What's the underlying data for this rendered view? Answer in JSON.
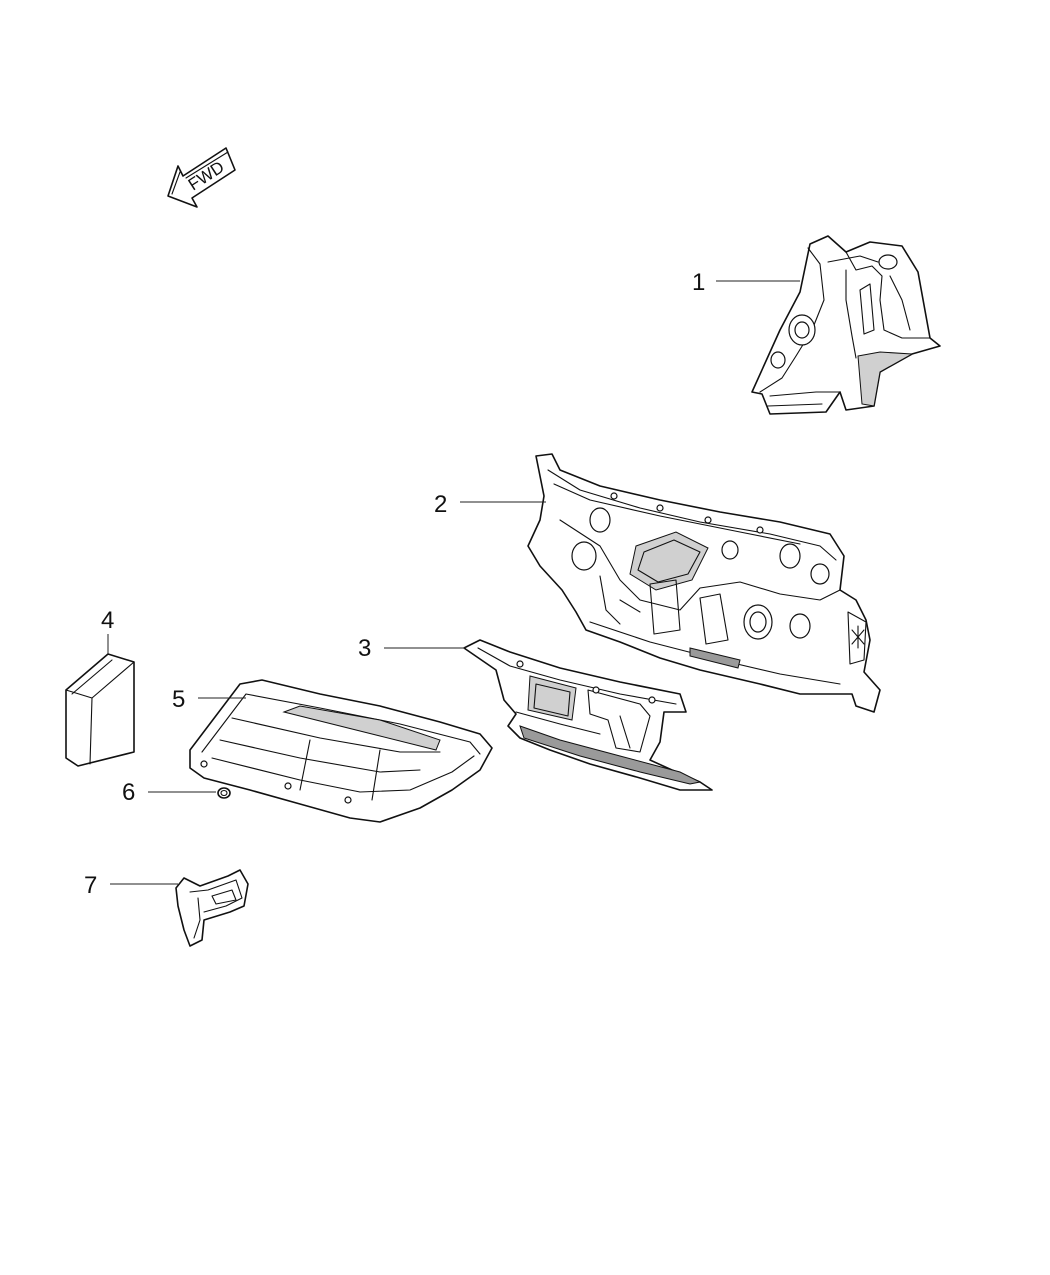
{
  "direction_arrow": {
    "label": "FWD",
    "icon": "forward-arrow-icon"
  },
  "callouts": [
    {
      "number": "1",
      "part": "part-1"
    },
    {
      "number": "2",
      "part": "part-2"
    },
    {
      "number": "3",
      "part": "part-3"
    },
    {
      "number": "4",
      "part": "part-4"
    },
    {
      "number": "5",
      "part": "part-5"
    },
    {
      "number": "6",
      "part": "part-6"
    },
    {
      "number": "7",
      "part": "part-7"
    }
  ]
}
